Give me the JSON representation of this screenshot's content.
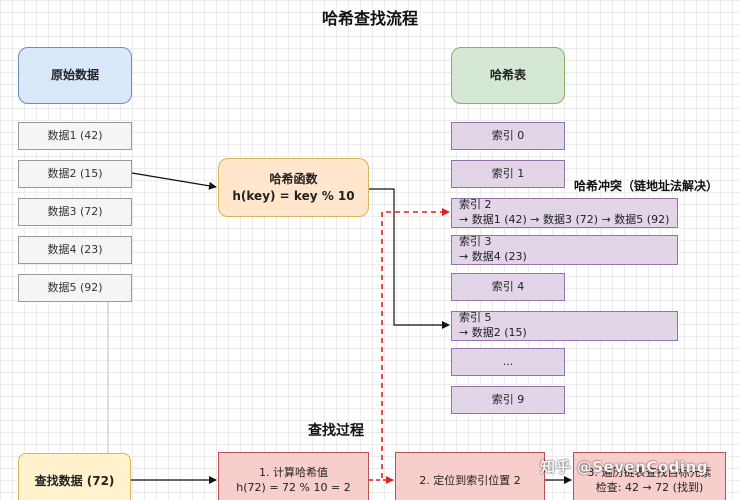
{
  "title": "哈希查找流程",
  "original_header": "原始数据",
  "hash_table_header": "哈希表",
  "data_items": [
    "数据1 (42)",
    "数据2 (15)",
    "数据3 (72)",
    "数据4 (23)",
    "数据5 (92)"
  ],
  "hash_function": {
    "line1": "哈希函数",
    "line2": "h(key) = key % 10"
  },
  "indices": [
    "索引 0",
    "索引 1",
    "索引 2\n→ 数据1 (42) → 数据3 (72) → 数据5 (92)",
    "索引 3\n→ 数据4 (23)",
    "索引 4",
    "索引 5\n→ 数据2 (15)",
    "...",
    "索引 9"
  ],
  "collision_label": "哈希冲突（链地址法解决）",
  "search_process_label": "查找过程",
  "search_start": "查找数据 (72)",
  "steps": {
    "step1": "1. 计算哈希值\nh(72) = 72 % 10 = 2",
    "step2": "2. 定位到索引位置 2",
    "step3": "3. 遍历链表查找目标元素\n检查: 42 → 72 (找到)"
  },
  "watermark": "知乎 @SevenCoding",
  "colors": {
    "data_fill": "#f5f5f5",
    "index_fill": "#e1d5e7",
    "hash_fill": "#ffe6cc",
    "blue_header": "#dae8fc",
    "green_header": "#d5e8d4",
    "step_fill": "#f8cecc",
    "search_fill": "#fff2cc",
    "dashed_arrow": "#e02020"
  }
}
